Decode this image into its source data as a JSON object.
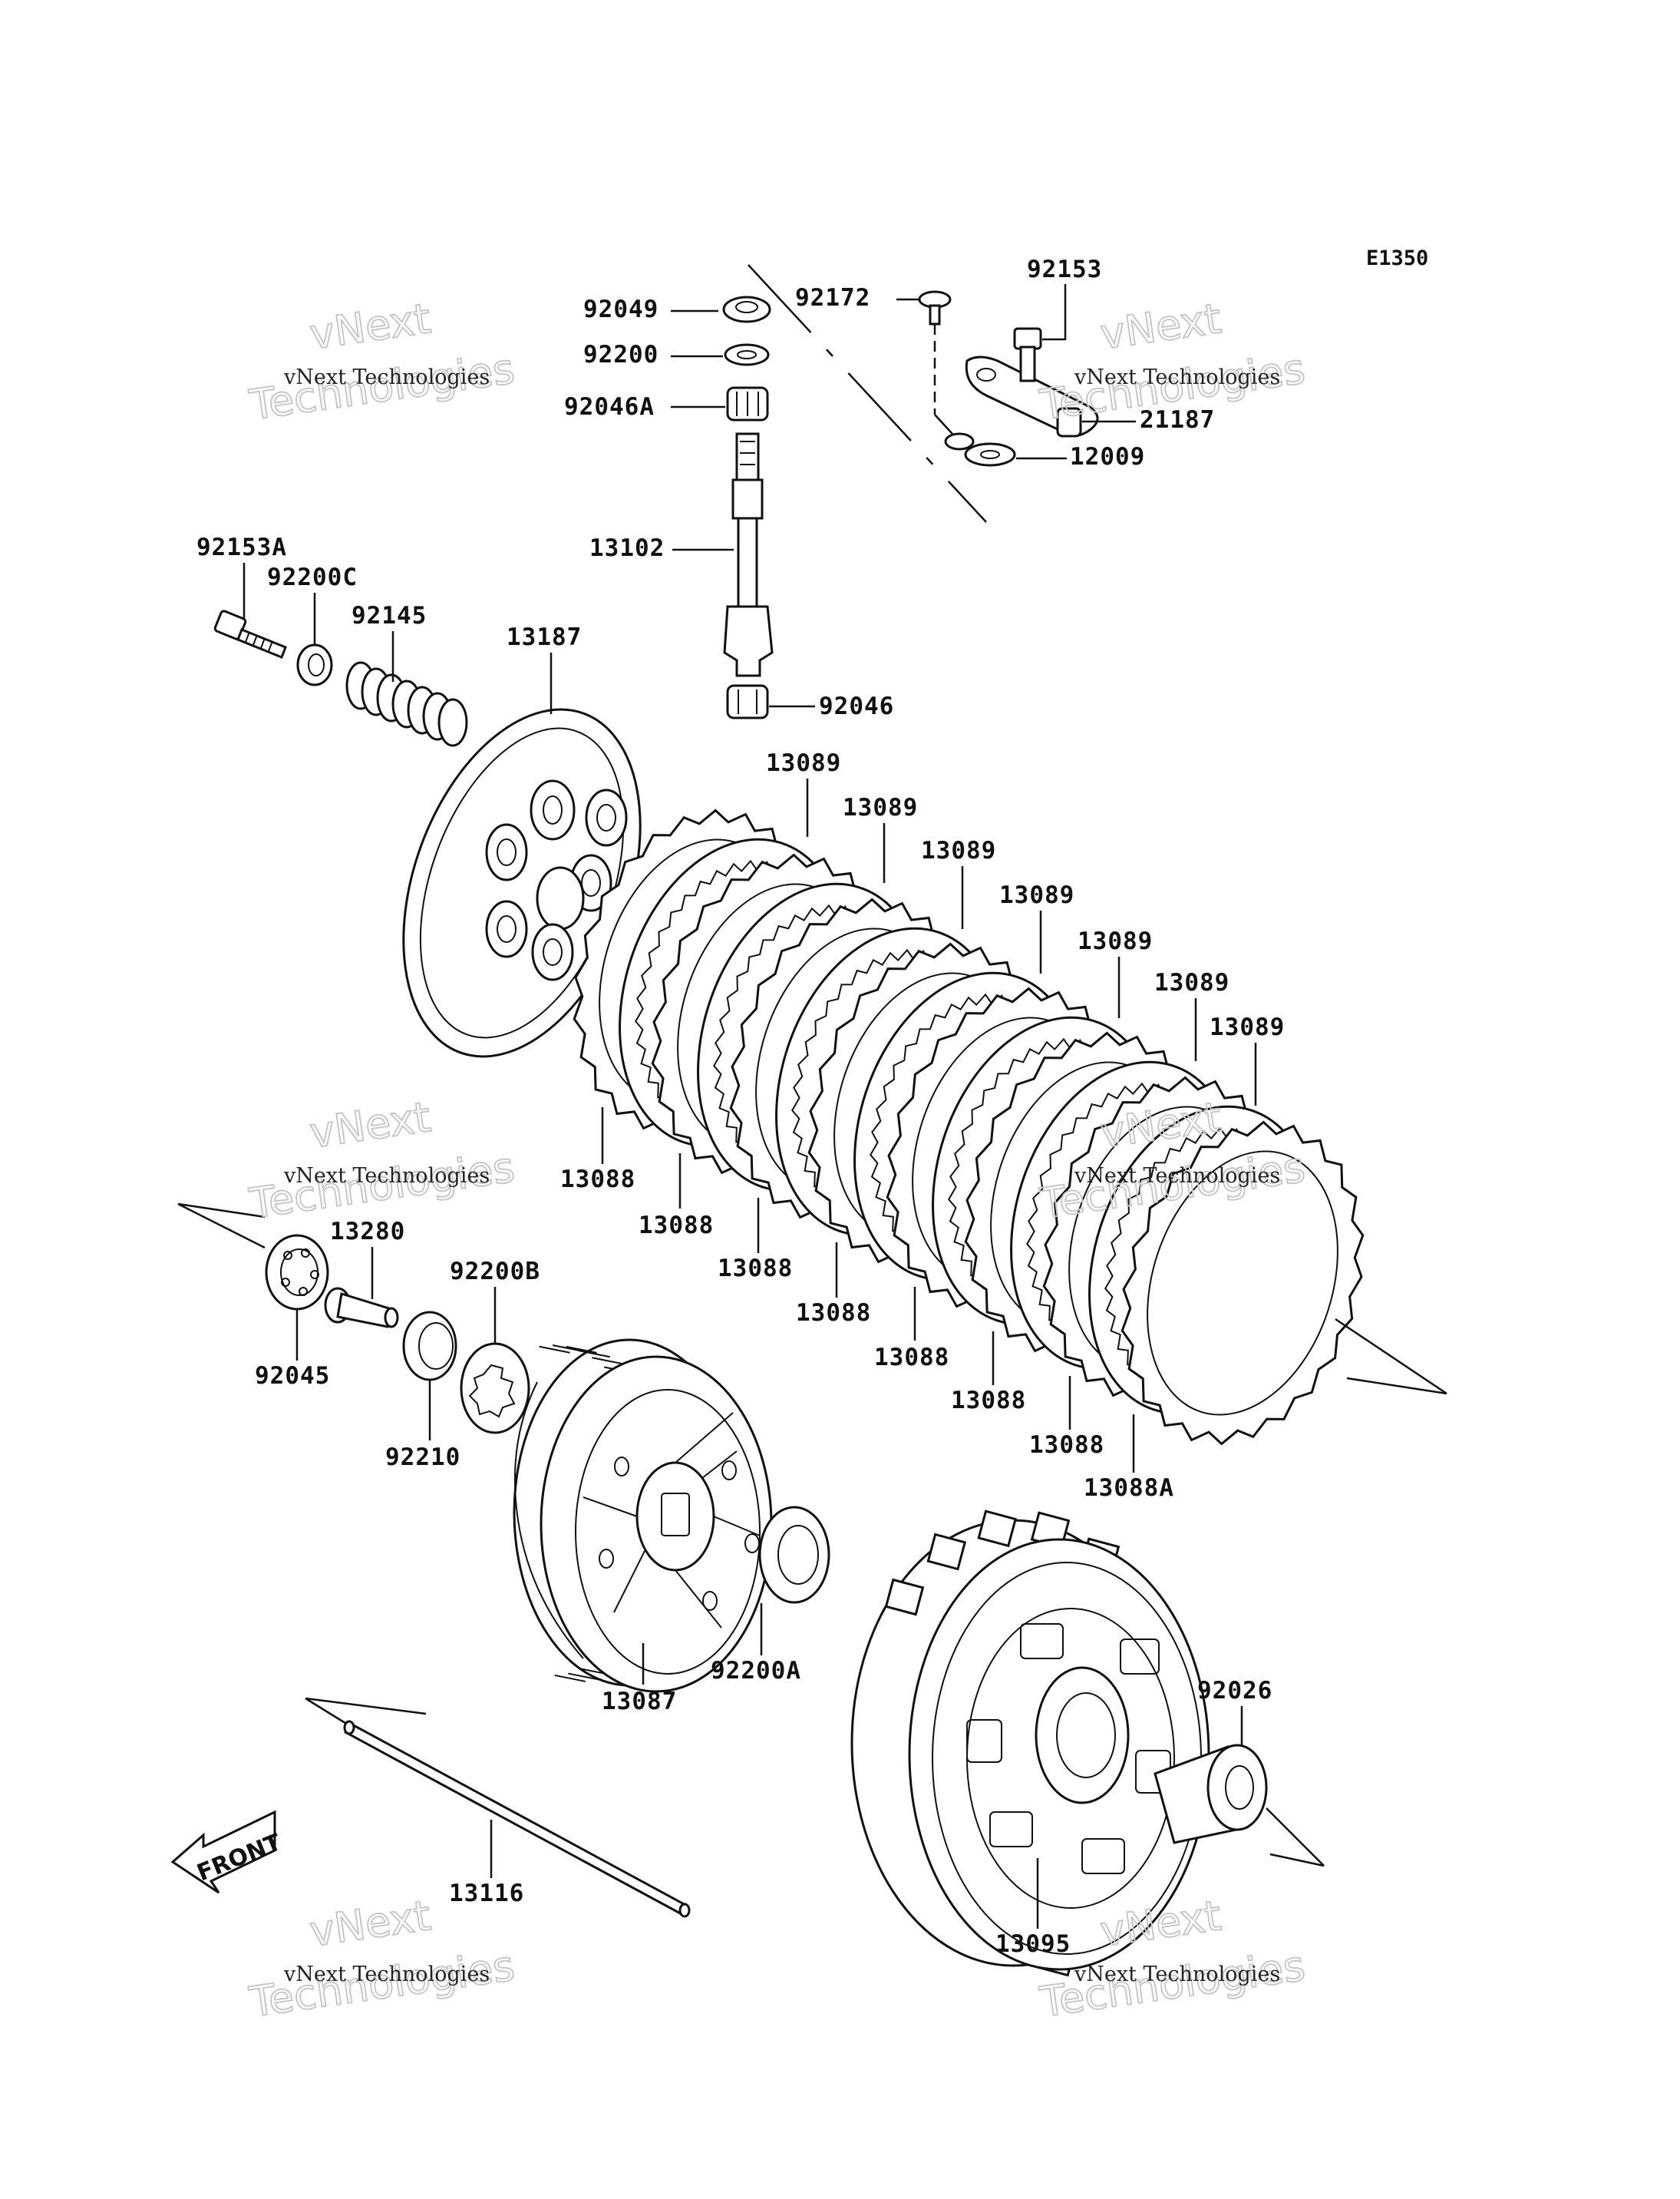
{
  "diagram_code": "E1350",
  "front_label": "FRONT",
  "watermark": {
    "line1": "vNext Technologies",
    "line2": "vNext",
    "line3": "Technologies"
  },
  "parts": [
    {
      "id": "p01",
      "number": "92049"
    },
    {
      "id": "p02",
      "number": "92200"
    },
    {
      "id": "p03",
      "number": "92046A"
    },
    {
      "id": "p04",
      "number": "13102"
    },
    {
      "id": "p05",
      "number": "92046"
    },
    {
      "id": "p06",
      "number": "92172"
    },
    {
      "id": "p07",
      "number": "92153"
    },
    {
      "id": "p08",
      "number": "21187"
    },
    {
      "id": "p09",
      "number": "12009"
    },
    {
      "id": "p10",
      "number": "92153A"
    },
    {
      "id": "p11",
      "number": "92200C"
    },
    {
      "id": "p12",
      "number": "92145"
    },
    {
      "id": "p13",
      "number": "13187"
    },
    {
      "id": "p14",
      "number": "13089"
    },
    {
      "id": "p15",
      "number": "13089"
    },
    {
      "id": "p16",
      "number": "13089"
    },
    {
      "id": "p17",
      "number": "13089"
    },
    {
      "id": "p18",
      "number": "13089"
    },
    {
      "id": "p19",
      "number": "13089"
    },
    {
      "id": "p20",
      "number": "13089"
    },
    {
      "id": "p21",
      "number": "13088"
    },
    {
      "id": "p22",
      "number": "13088"
    },
    {
      "id": "p23",
      "number": "13088"
    },
    {
      "id": "p24",
      "number": "13088"
    },
    {
      "id": "p25",
      "number": "13088"
    },
    {
      "id": "p26",
      "number": "13088"
    },
    {
      "id": "p27",
      "number": "13088"
    },
    {
      "id": "p28",
      "number": "13088A"
    },
    {
      "id": "p29",
      "number": "13280"
    },
    {
      "id": "p30",
      "number": "92045"
    },
    {
      "id": "p31",
      "number": "92200B"
    },
    {
      "id": "p32",
      "number": "92210"
    },
    {
      "id": "p33",
      "number": "13087"
    },
    {
      "id": "p34",
      "number": "92200A"
    },
    {
      "id": "p35",
      "number": "92026"
    },
    {
      "id": "p36",
      "number": "13116"
    },
    {
      "id": "p37",
      "number": "13095"
    }
  ]
}
